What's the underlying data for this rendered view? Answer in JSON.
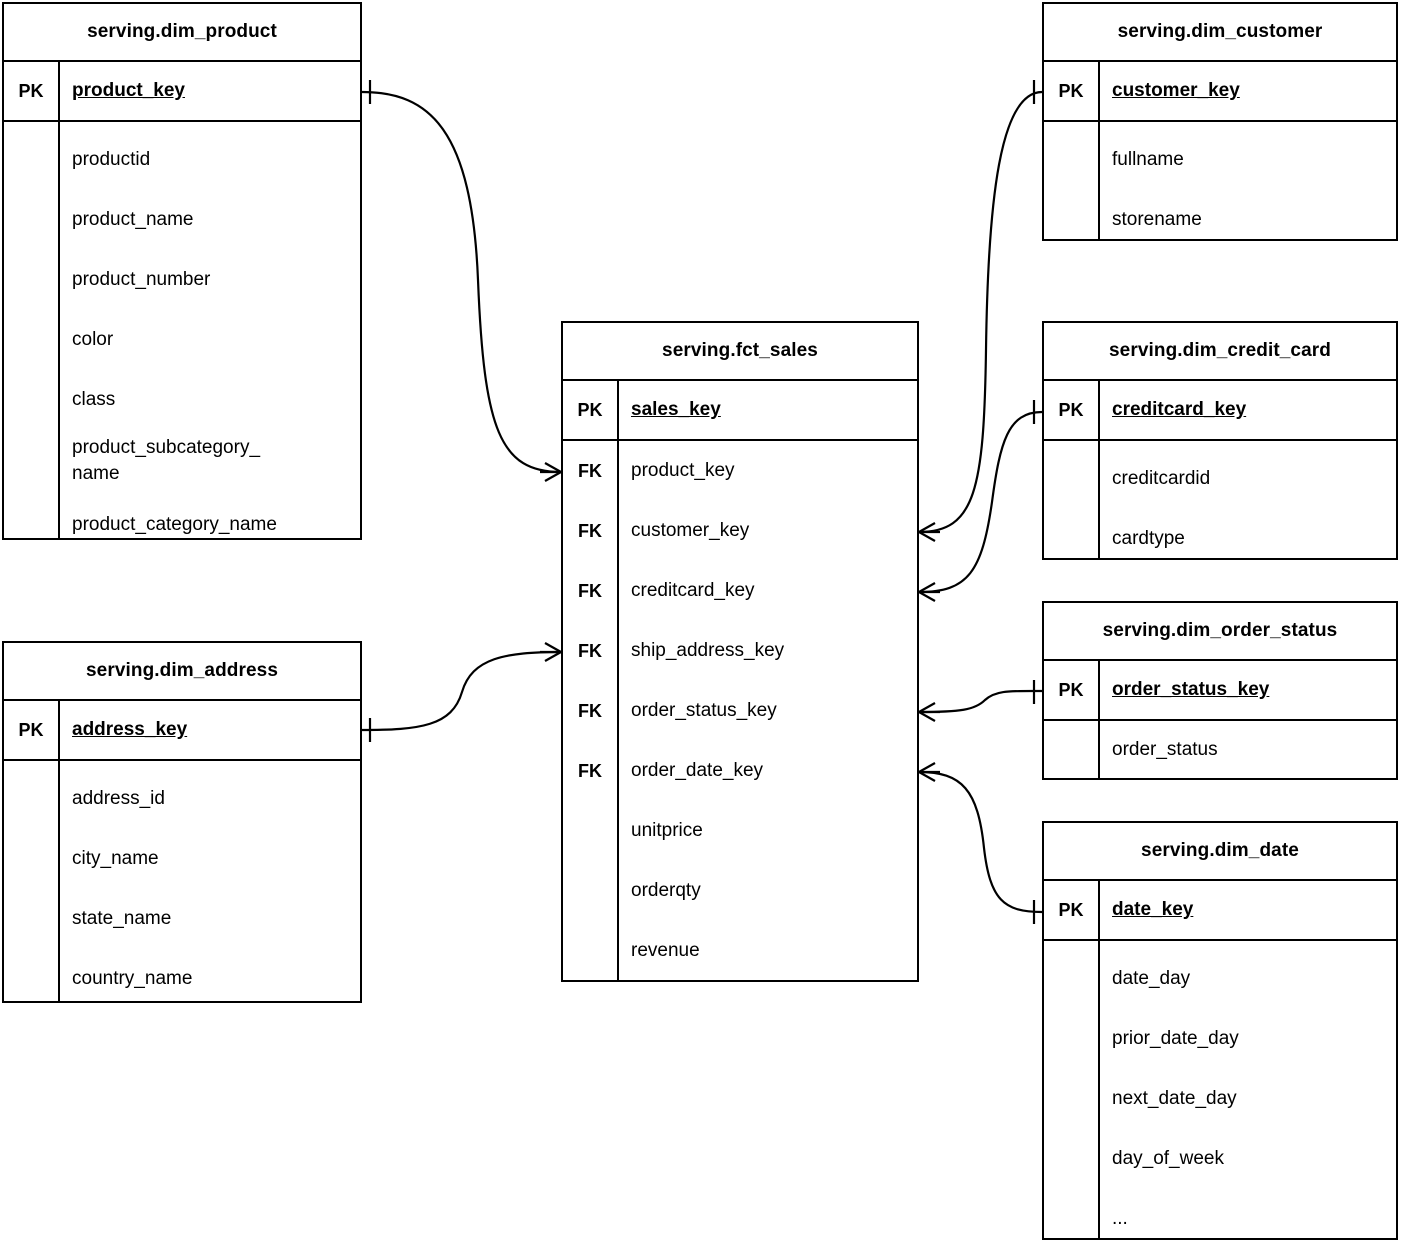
{
  "diagram": {
    "title": "serving layer star schema",
    "notation": "crow's-foot ERD",
    "line_color": "#000000",
    "background_color": "#ffffff"
  },
  "entities": {
    "dim_product": {
      "name": "serving.dim_product",
      "pk_label": "PK",
      "pk_field": "product_key",
      "attributes": [
        "productid",
        "product_name",
        "product_number",
        "color",
        "class",
        "product_subcategory_\nname",
        "product_category_name"
      ]
    },
    "dim_address": {
      "name": "serving.dim_address",
      "pk_label": "PK",
      "pk_field": "address_key",
      "attributes": [
        "address_id",
        "city_name",
        "state_name",
        "country_name"
      ]
    },
    "fct_sales": {
      "name": "serving.fct_sales",
      "pk_label": "PK",
      "pk_field": "sales_key",
      "fk_label": "FK",
      "foreign_keys": [
        "product_key",
        "customer_key",
        "creditcard_key",
        "ship_address_key",
        "order_status_key",
        "order_date_key"
      ],
      "measures": [
        "unitprice",
        "orderqty",
        "revenue"
      ]
    },
    "dim_customer": {
      "name": "serving.dim_customer",
      "pk_label": "PK",
      "pk_field": "customer_key",
      "attributes": [
        "fullname",
        "storename"
      ]
    },
    "dim_credit_card": {
      "name": "serving.dim_credit_card",
      "pk_label": "PK",
      "pk_field": "creditcard_key",
      "attributes": [
        "creditcardid",
        "cardtype"
      ]
    },
    "dim_order_status": {
      "name": "serving.dim_order_status",
      "pk_label": "PK",
      "pk_field": "order_status_key",
      "attributes": [
        "order_status"
      ]
    },
    "dim_date": {
      "name": "serving.dim_date",
      "pk_label": "PK",
      "pk_field": "date_key",
      "attributes": [
        "date_day",
        "prior_date_day",
        "next_date_day",
        "day_of_week",
        "..."
      ]
    }
  },
  "relationships": [
    {
      "id": "rel-product-sales",
      "from": "serving.dim_product.product_key",
      "to": "serving.fct_sales.product_key",
      "from_cardinality": "one",
      "to_cardinality": "many"
    },
    {
      "id": "rel-address-sales",
      "from": "serving.dim_address.address_key",
      "to": "serving.fct_sales.ship_address_key",
      "from_cardinality": "one",
      "to_cardinality": "many"
    },
    {
      "id": "rel-customer-sales",
      "from": "serving.dim_customer.customer_key",
      "to": "serving.fct_sales.customer_key",
      "from_cardinality": "one",
      "to_cardinality": "many"
    },
    {
      "id": "rel-creditcard-sales",
      "from": "serving.dim_credit_card.creditcard_key",
      "to": "serving.fct_sales.creditcard_key",
      "from_cardinality": "one",
      "to_cardinality": "many"
    },
    {
      "id": "rel-order-status-sales",
      "from": "serving.dim_order_status.order_status_key",
      "to": "serving.fct_sales.order_status_key",
      "from_cardinality": "one",
      "to_cardinality": "many"
    },
    {
      "id": "rel-date-sales",
      "from": "serving.dim_date.date_key",
      "to": "serving.fct_sales.order_date_key",
      "from_cardinality": "one",
      "to_cardinality": "many"
    }
  ]
}
